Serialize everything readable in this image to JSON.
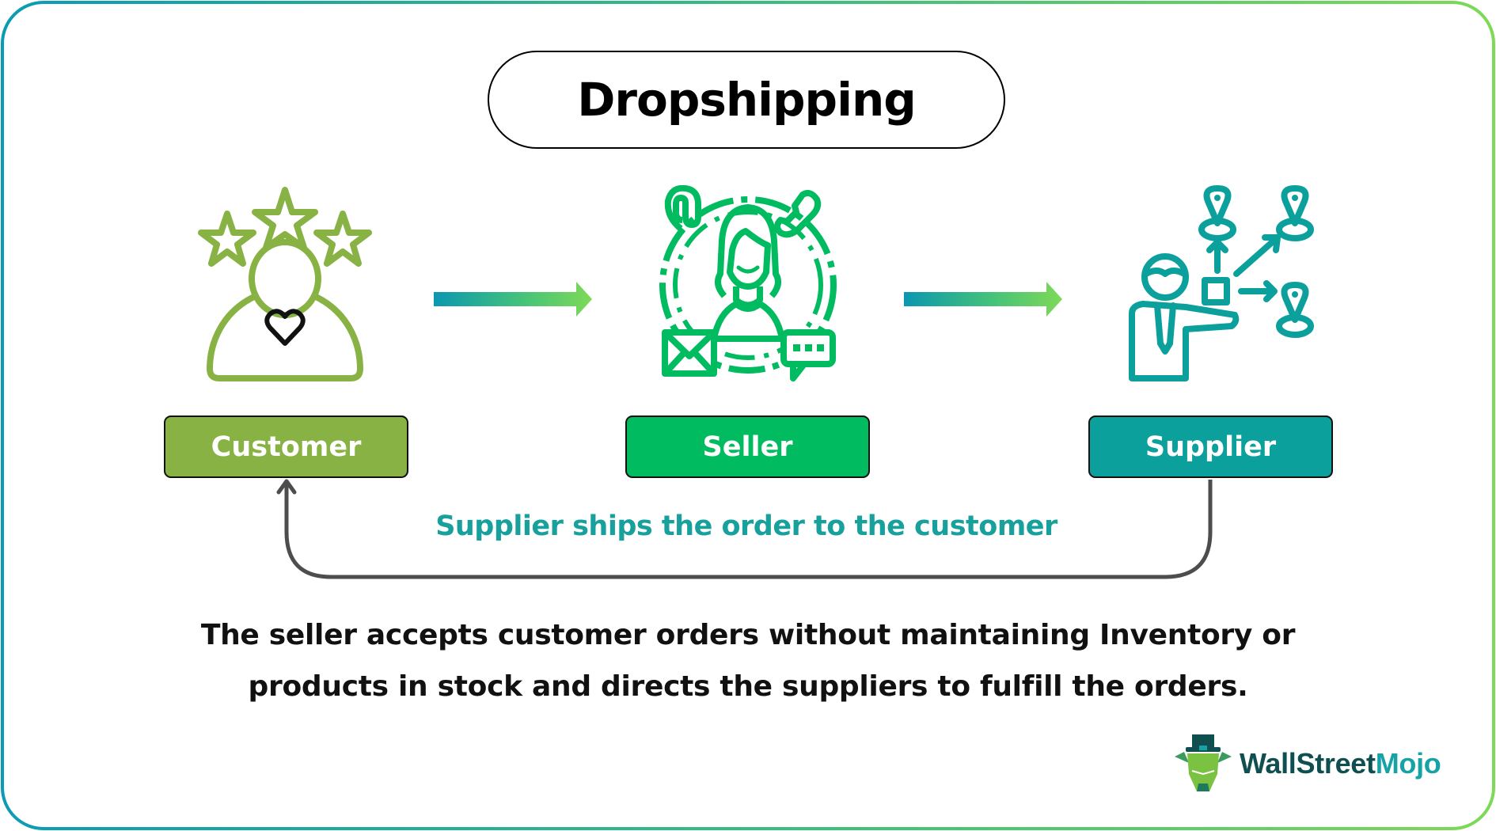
{
  "title": "Dropshipping",
  "colors": {
    "customer": "#88b243",
    "seller": "#00bb5f",
    "supplier": "#0ba09c",
    "flow_label": "#17a09c",
    "connector": "#4d4d4d",
    "frame_gradient_start": "#0b9bb5",
    "frame_gradient_end": "#7ed957"
  },
  "nodes": [
    {
      "id": "customer",
      "label": "Customer",
      "icon": "customer-rating-stars-heart-icon"
    },
    {
      "id": "seller",
      "label": "Seller",
      "icon": "seller-contact-support-icon"
    },
    {
      "id": "supplier",
      "label": "Supplier",
      "icon": "supplier-distribution-locations-icon"
    }
  ],
  "edges": [
    {
      "from": "customer",
      "to": "seller",
      "style": "gradient-arrow"
    },
    {
      "from": "seller",
      "to": "supplier",
      "style": "gradient-arrow"
    },
    {
      "from": "supplier",
      "to": "customer",
      "style": "return-connector",
      "label": "Supplier ships the order to the customer"
    }
  ],
  "flow_label": "Supplier ships the order to the customer",
  "description": {
    "line1": "The seller accepts customer orders without maintaining Inventory or",
    "line2": "products in stock and directs the suppliers to fulfill the orders."
  },
  "brand": {
    "part1": "WallStreet",
    "part2": "Mojo",
    "icon": "bull-with-top-hat-logo-icon"
  }
}
